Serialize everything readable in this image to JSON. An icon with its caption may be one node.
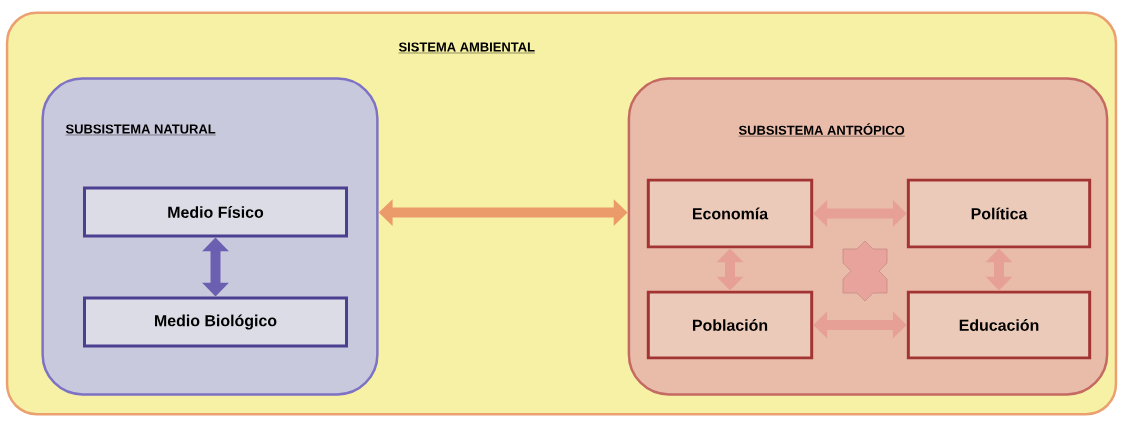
{
  "diagram": {
    "nodes": [
      {
        "text": [
          "SISTEMA AMBIENTAL"
        ]
      },
      {
        "text": [
          "SUBSISTEMA NATURAL"
        ],
        "in": 0
      },
      {
        "text": [
          "Medio Físico"
        ],
        "in": 1
      },
      {
        "text": [
          "Medio Biológico"
        ],
        "in": 1
      },
      {
        "text": [
          "SUBSISTEMA ANTRÓPICO"
        ],
        "in": 0
      },
      {
        "text": [
          "Economía"
        ],
        "in": 4
      },
      {
        "text": [
          "Política"
        ],
        "in": 4
      },
      {
        "text": [
          "Población"
        ],
        "in": 4
      },
      {
        "text": [
          "Educación"
        ],
        "in": 4
      }
    ],
    "edges": [
      {
        "from": 1,
        "to": 4,
        "arrow": "both",
        "color": "#eb9a6a"
      },
      {
        "from": 2,
        "to": 3,
        "arrow": "both",
        "color": "#6a5fb0"
      },
      {
        "from": 5,
        "to": 6,
        "arrow": "both"
      },
      {
        "from": 5,
        "to": 7,
        "arrow": "both"
      },
      {
        "from": 6,
        "to": 8,
        "arrow": "both"
      },
      {
        "from": 7,
        "to": 8,
        "arrow": "both"
      }
    ]
  }
}
